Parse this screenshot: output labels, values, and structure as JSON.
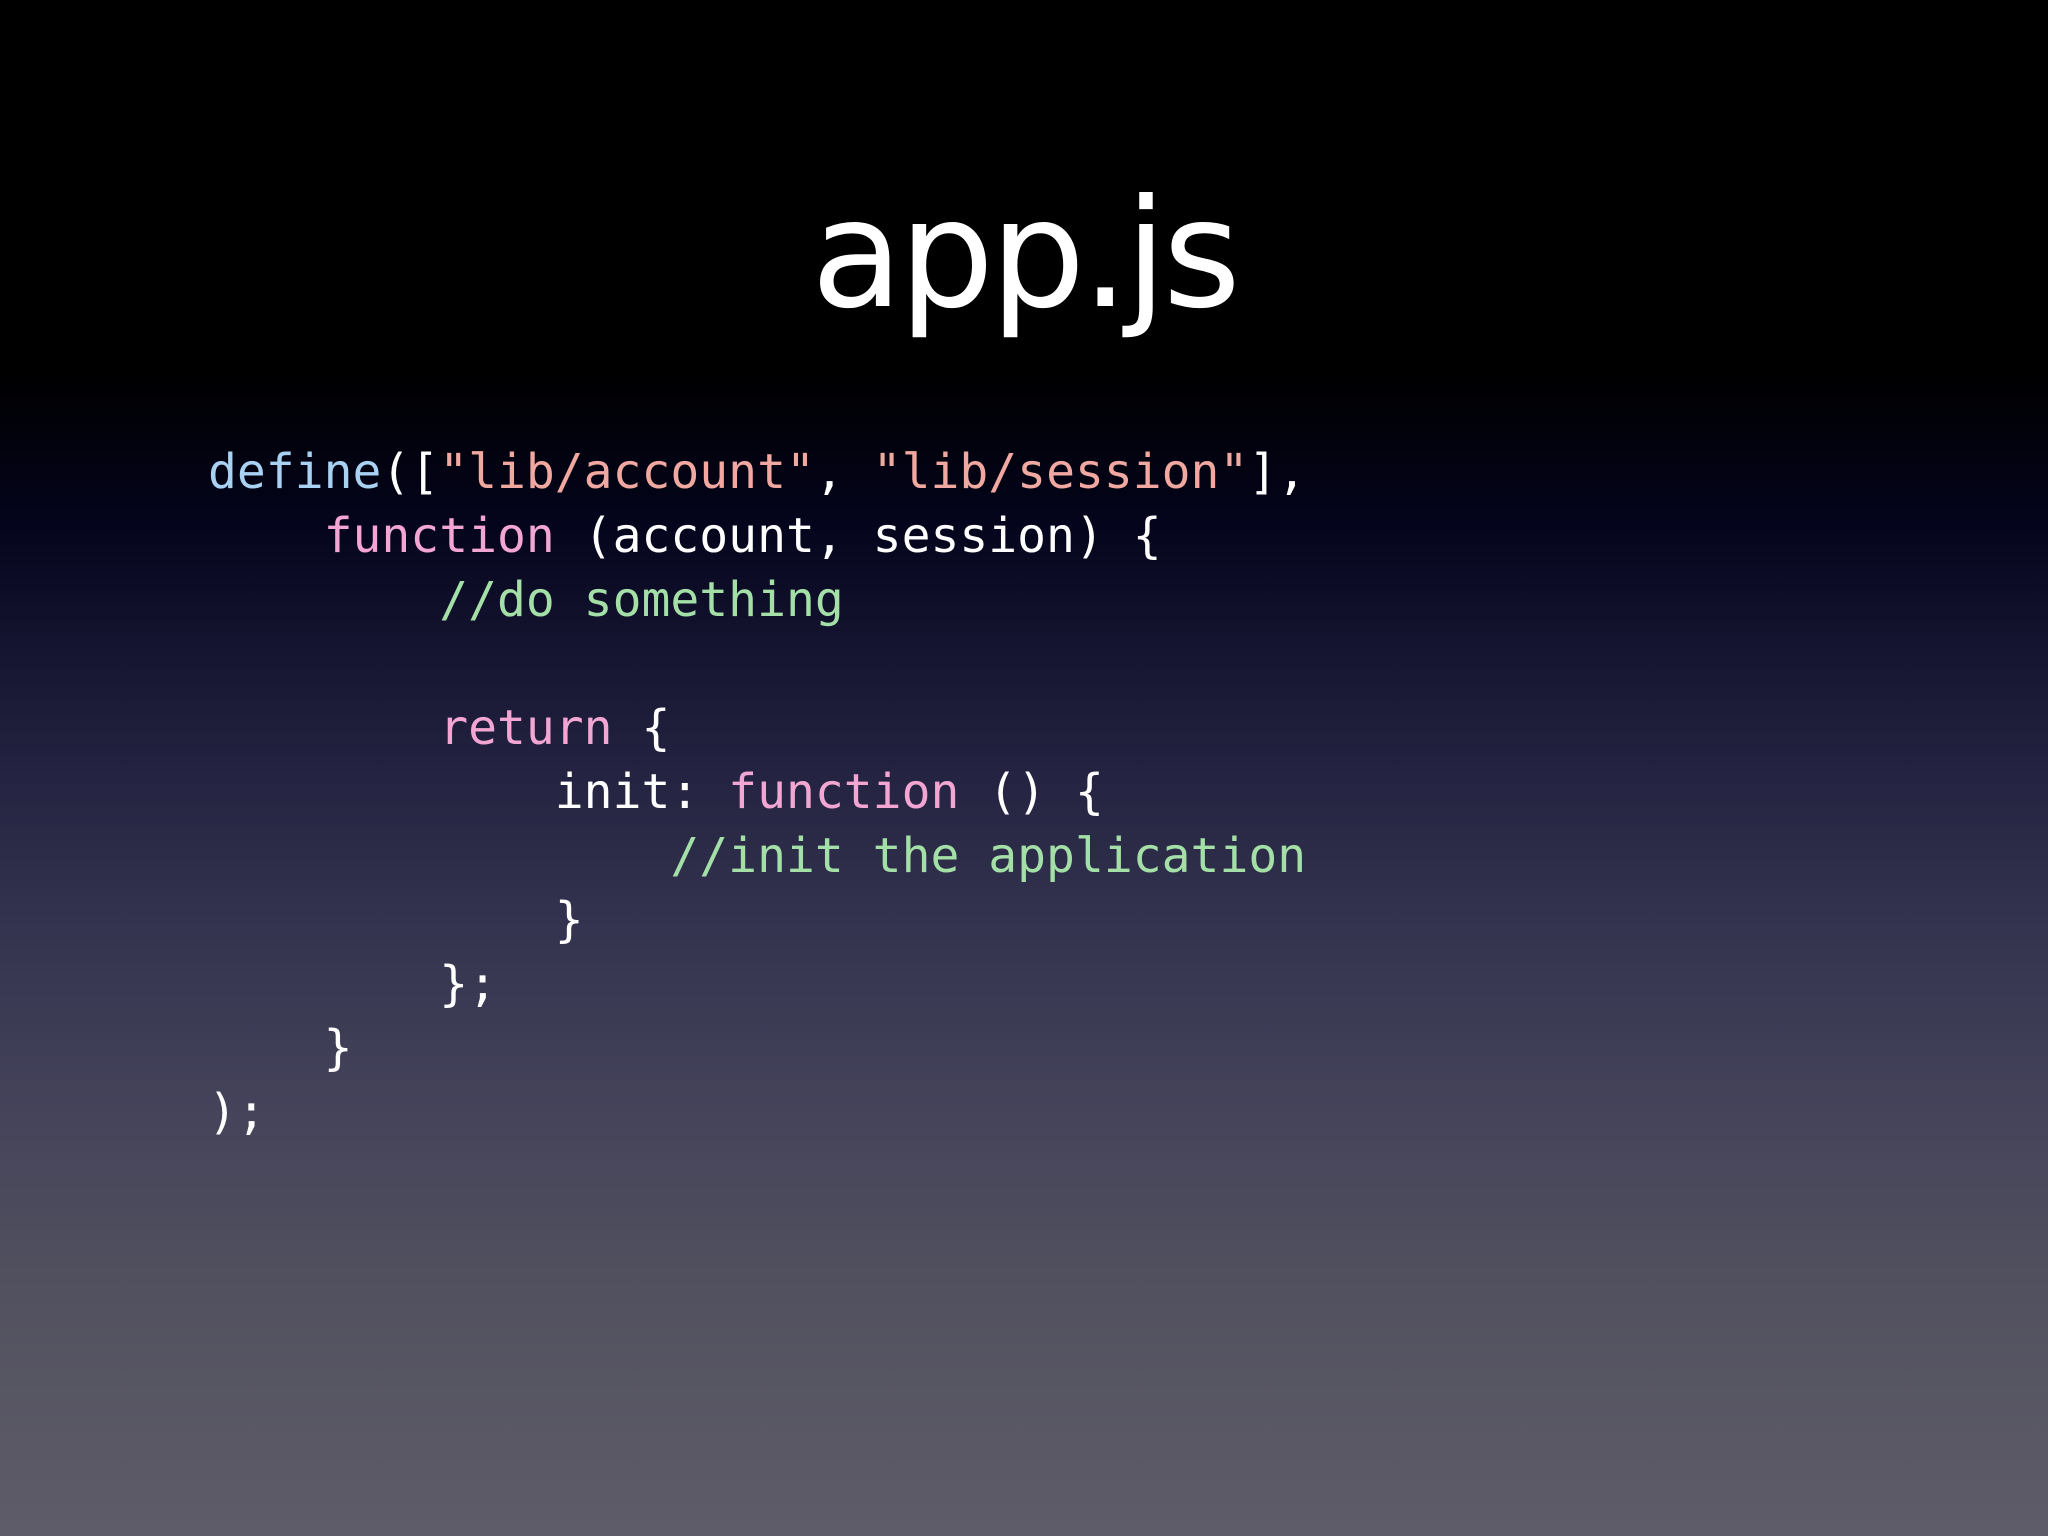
{
  "slide": {
    "title": "app.js"
  },
  "code": {
    "colors": {
      "function_name": "#a9d2f2",
      "string": "#f0a8a0",
      "keyword": "#f3a6d3",
      "comment": "#a3dfa6",
      "plain": "#ffffff"
    },
    "lines": [
      [
        {
          "t": "define",
          "k": "fn"
        },
        {
          "t": "([",
          "k": "pl"
        },
        {
          "t": "\"lib/account\"",
          "k": "str"
        },
        {
          "t": ", ",
          "k": "pl"
        },
        {
          "t": "\"lib/session\"",
          "k": "str"
        },
        {
          "t": "],",
          "k": "pl"
        }
      ],
      [
        {
          "t": "    ",
          "k": "pl"
        },
        {
          "t": "function",
          "k": "kw"
        },
        {
          "t": " (account, session) {",
          "k": "pl"
        }
      ],
      [
        {
          "t": "        ",
          "k": "pl"
        },
        {
          "t": "//do something",
          "k": "cm"
        }
      ],
      [],
      [
        {
          "t": "        ",
          "k": "pl"
        },
        {
          "t": "return",
          "k": "kw"
        },
        {
          "t": " {",
          "k": "pl"
        }
      ],
      [
        {
          "t": "            init: ",
          "k": "pl"
        },
        {
          "t": "function",
          "k": "kw"
        },
        {
          "t": " () {",
          "k": "pl"
        }
      ],
      [
        {
          "t": "                ",
          "k": "pl"
        },
        {
          "t": "//init the application",
          "k": "cm"
        }
      ],
      [
        {
          "t": "            }",
          "k": "pl"
        }
      ],
      [
        {
          "t": "        };",
          "k": "pl"
        }
      ],
      [
        {
          "t": "    }",
          "k": "pl"
        }
      ],
      [
        {
          "t": ");",
          "k": "pl"
        }
      ]
    ]
  }
}
